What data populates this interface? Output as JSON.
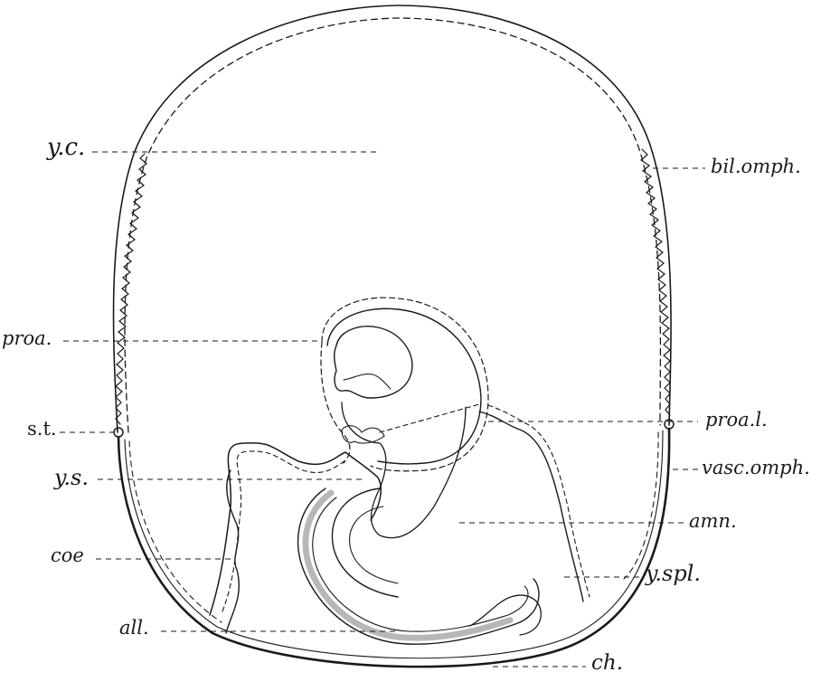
{
  "labels": {
    "yc": "y.c.",
    "bil_omph": "bil.omph.",
    "proa": "proa.",
    "st": "s.t.",
    "proa_l": "proa.l.",
    "ys": "y.s.",
    "vasc_omph": "vasc.omph.",
    "amn": "amn.",
    "coe": "coe",
    "y_spl": "y.spl.",
    "all": "all.",
    "ch": "ch."
  },
  "colors": {
    "ink": "#1a1a1a",
    "stipple": "#9a9a9a"
  }
}
